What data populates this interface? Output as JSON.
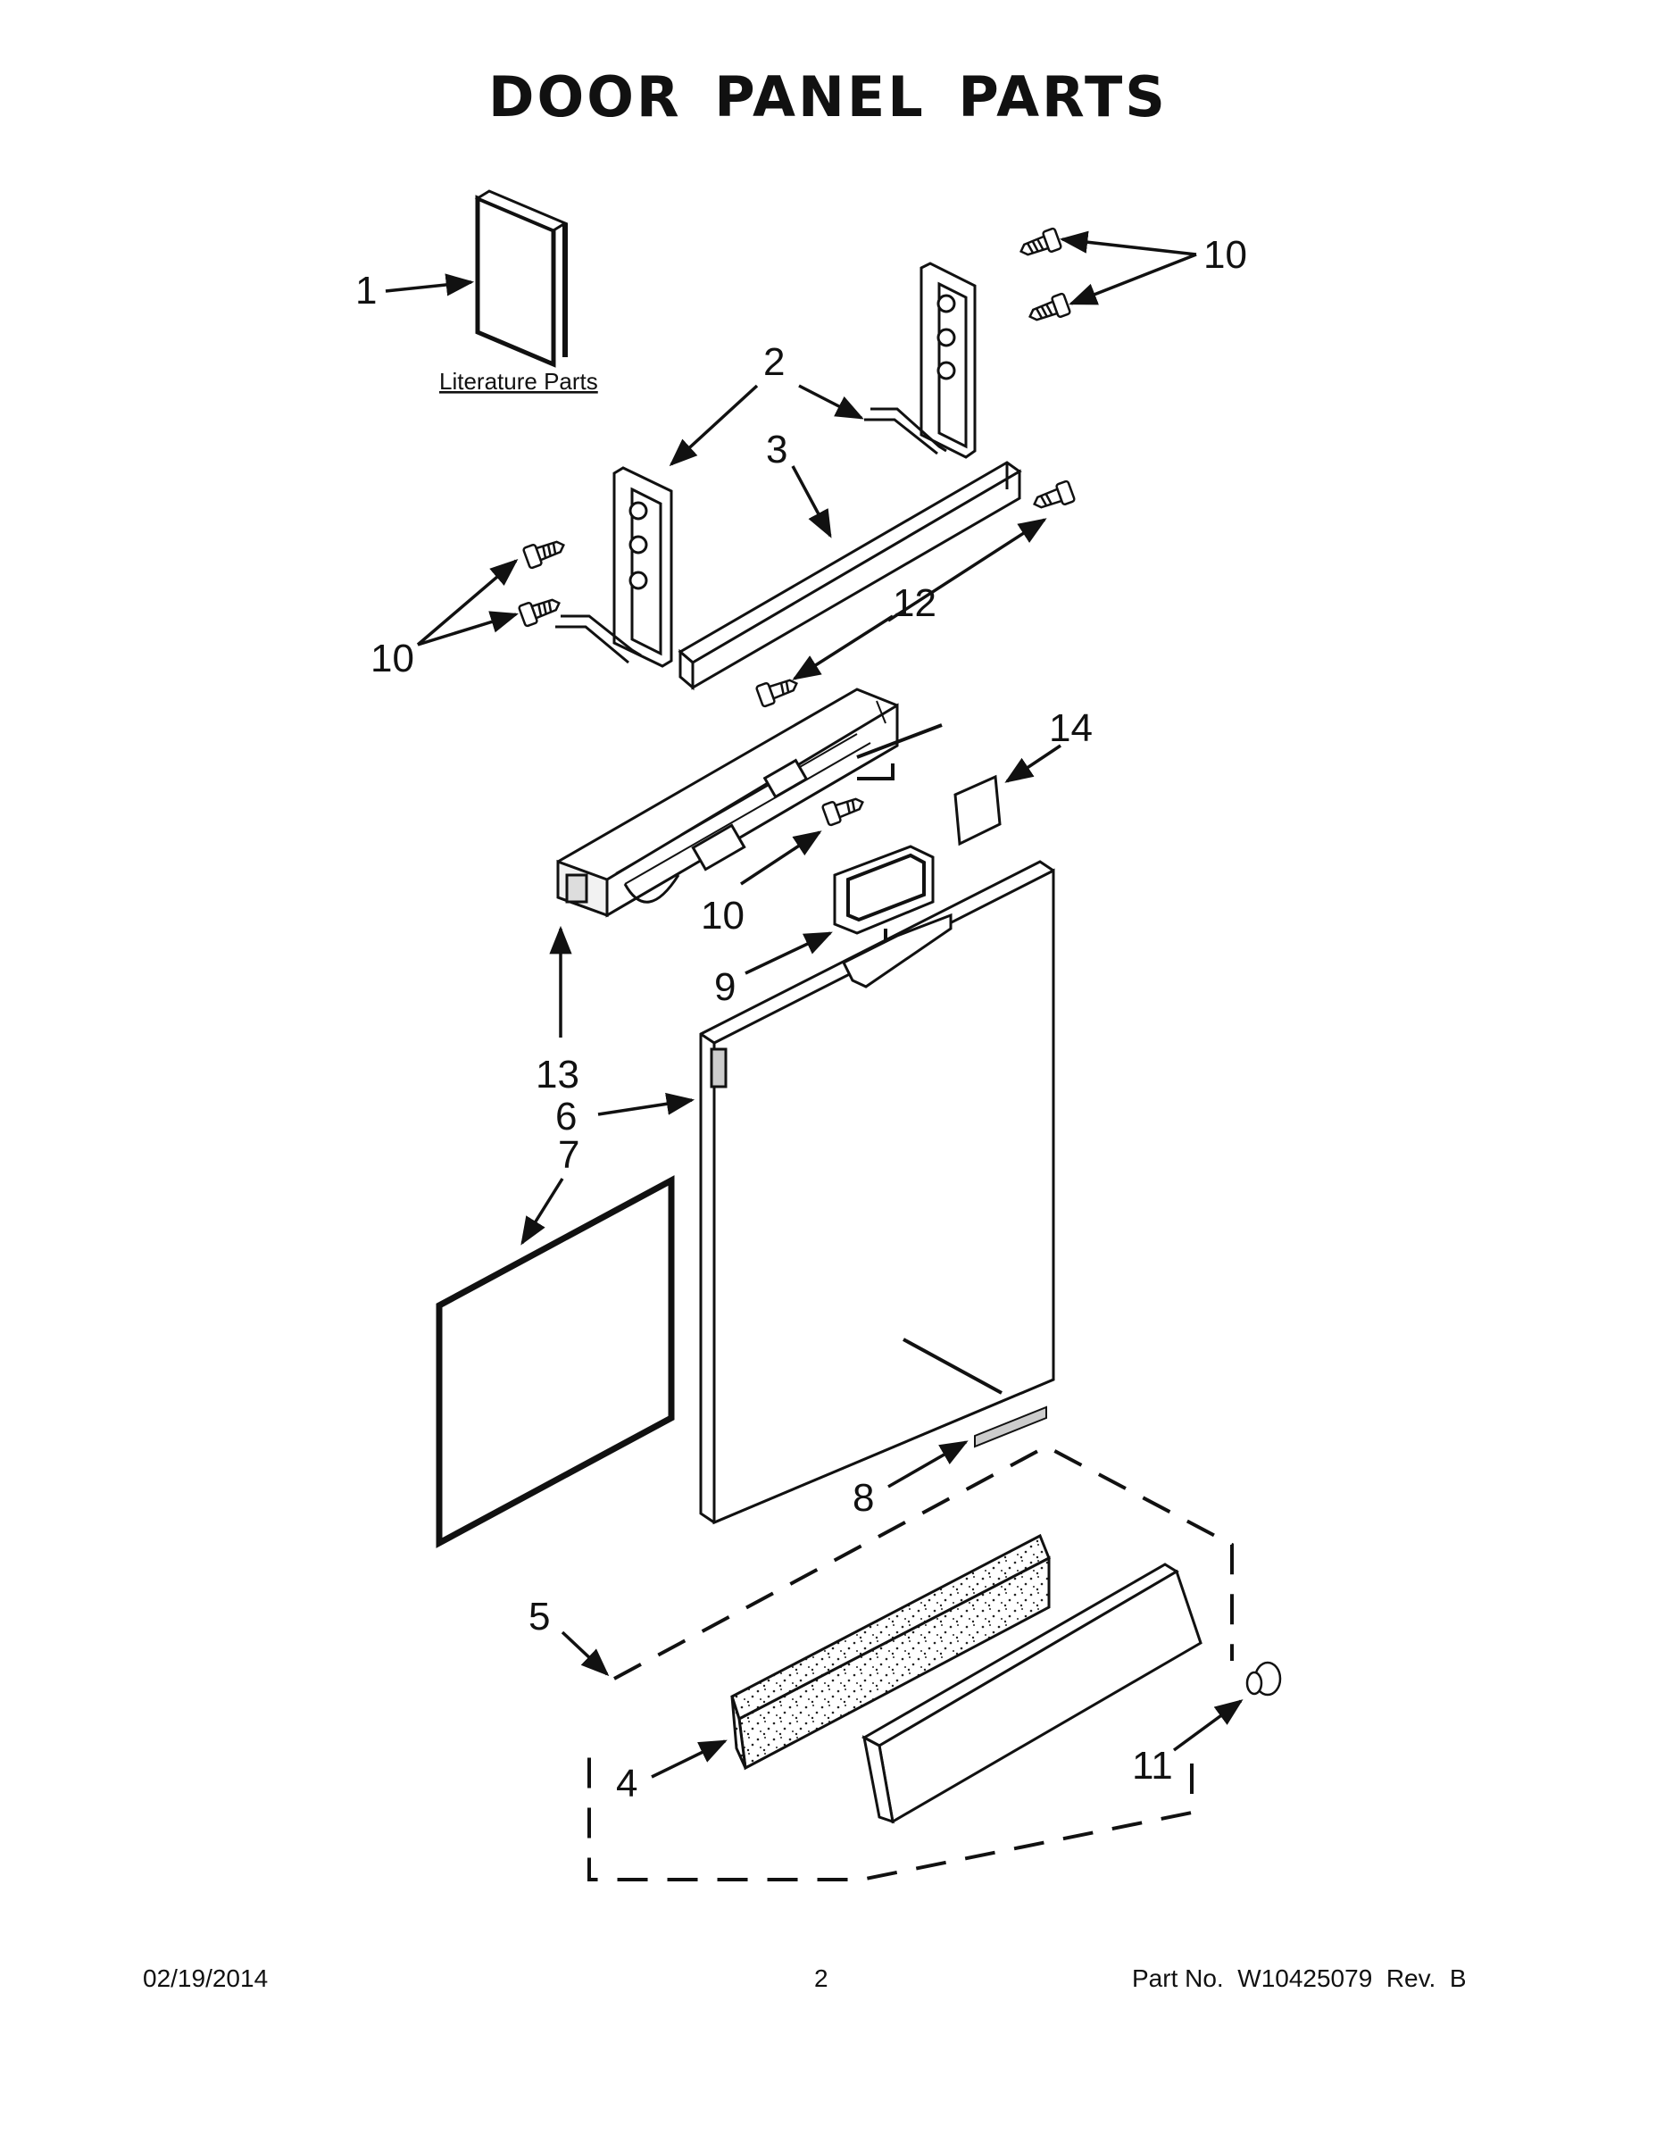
{
  "title": "DOOR PANEL PARTS",
  "literature_label": "Literature Parts",
  "callouts": [
    "1",
    "2",
    "3",
    "4",
    "5",
    "6",
    "7",
    "8",
    "9",
    "10",
    "10",
    "10",
    "11",
    "12",
    "13",
    "14"
  ],
  "footer": {
    "date": "02/19/2014",
    "page": "2",
    "part_number": "Part No.  W10425079  Rev.  B"
  }
}
